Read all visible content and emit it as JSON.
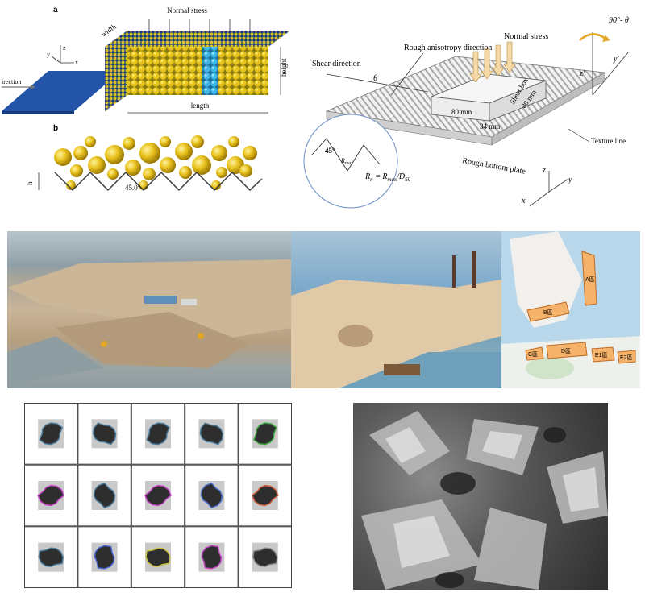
{
  "panel_a": {
    "label": "a",
    "normal_stress": "Normal stress",
    "width": "width",
    "height": "height",
    "length": "length",
    "direction": "irection",
    "axis_x": "x",
    "axis_y": "y",
    "axis_z": "z"
  },
  "panel_b": {
    "label": "b",
    "h": "h",
    "angle": "45.0°"
  },
  "shear_box": {
    "shear_direction": "Shear direction",
    "rough_anisotropy_direction": "Rough anisotropy direction",
    "normal_stress": "Normal stress",
    "theta": "θ",
    "rotation": "90°- θ",
    "y_prime": "y′",
    "z_prime": "z′",
    "shear_box": "Shear box",
    "dim1": "80 mm",
    "dim2": "80 mm",
    "dim3": "34 mm",
    "texture_line": "Texture line",
    "rough_bottom_plate": "Rough bottom plate",
    "inset_angle": "45°",
    "inset_rmax": "R",
    "inset_rmax_sub": "max",
    "formula": "R",
    "formula_sub": "n",
    "formula_rest": " = R",
    "formula_sub2": "max",
    "formula_end": "/D",
    "formula_sub3": "50",
    "axis_x": "x",
    "axis_y": "y",
    "axis_z": "z"
  },
  "map_labels": [
    "A區",
    "B區",
    "C區",
    "D區",
    "E1區",
    "E2區"
  ],
  "particle_grid": {
    "rows": 3,
    "cols": 5,
    "outline_colors": [
      [
        "#4a7a9b",
        "#4a7a9b",
        "#4a7a9b",
        "#4a7a9b",
        "#3da63d"
      ],
      [
        "#c040c0",
        "#4a7a9b",
        "#c040c0",
        "#4a70c8",
        "#d06040"
      ],
      [
        "#4a7a9b",
        "#4060d0",
        "#c8c040",
        "#c040c0",
        "#888888"
      ]
    ]
  }
}
